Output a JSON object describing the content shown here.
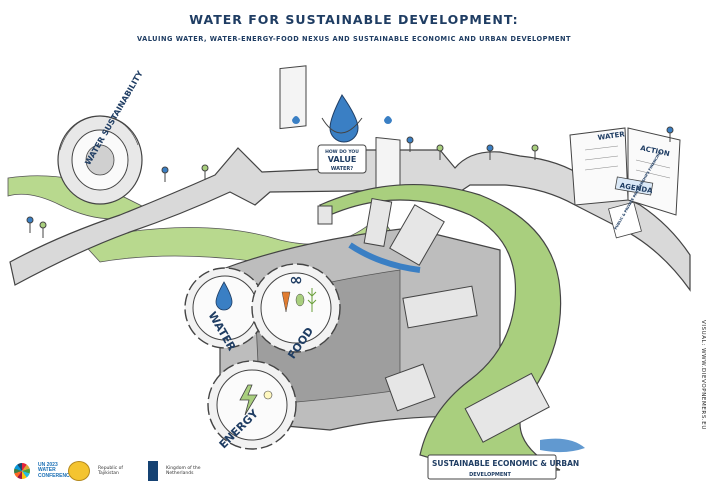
{
  "header": {
    "title": "WATER FOR SUSTAINABLE DEVELOPMENT:",
    "subtitle": "VALUING WATER, WATER-ENERGY-FOOD NEXUS AND SUSTAINABLE ECONOMIC AND URBAN DEVELOPMENT"
  },
  "wheel": {
    "label": "WATER SUSTAINABILITY"
  },
  "value_sign": {
    "label_small": "HOW DO YOU",
    "label_big": "VALUE",
    "label_end": "WATER?"
  },
  "agenda_book": {
    "left_page": "WATER",
    "right_page": "ACTION",
    "banner": "AGENDA",
    "sign": "PUBLIC & PRIVATE PARTNERSHIPS FINANCING"
  },
  "gears": {
    "water": "WATER",
    "food": "FOOD",
    "energy": "ENERGY",
    "food_symbol": "∞"
  },
  "road": {
    "label": "SUSTAINABLE ECONOMIC & URBAN",
    "label_sub": "DEVELOPMENT"
  },
  "footer": {
    "un_text": "UN 2023 WATER CONFERENCE",
    "tajikistan": "Republic of Tajikistan",
    "netherlands": "Kingdom of the Netherlands",
    "credit": "VISUAL: WWW.DIEVOPNEMERS.EU"
  },
  "colors": {
    "ink": "#1f3d63",
    "water_blue": "#3a7fc4",
    "grass_green": "#a9cf7e",
    "road_grey": "#cfcfcf"
  }
}
